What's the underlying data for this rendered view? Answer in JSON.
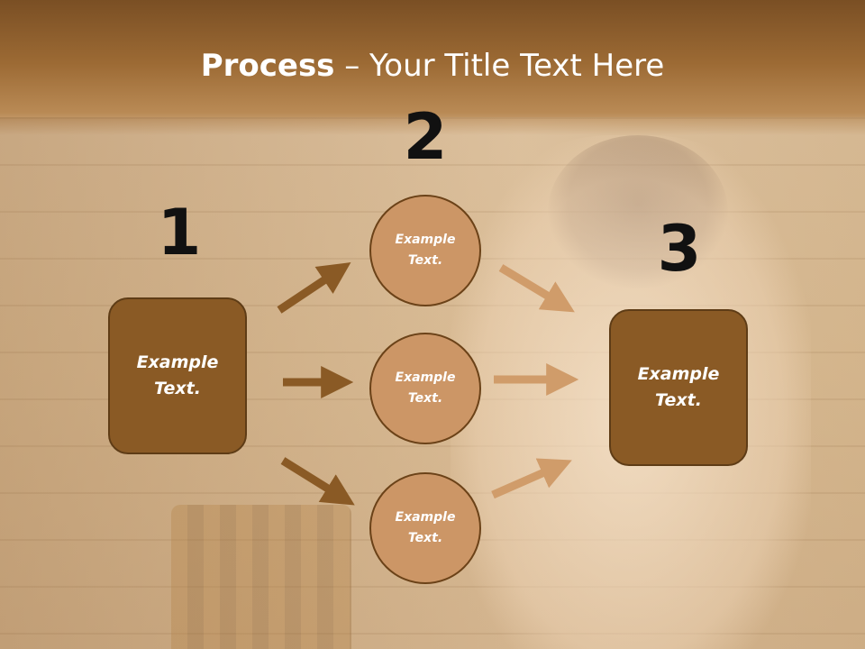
{
  "slide": {
    "title_bold": "Process",
    "title_rest": " – Your Title Text Here",
    "steps": [
      {
        "number": "1",
        "label": "Example Text."
      },
      {
        "number": "2",
        "label": "Example Text."
      },
      {
        "number": "3",
        "label": "Example Text."
      }
    ],
    "circles": [
      {
        "label": "Example Text."
      },
      {
        "label": "Example Text."
      },
      {
        "label": "Example Text."
      }
    ]
  },
  "colors": {
    "box_fill": "#8a5a25",
    "circle_fill": "#cc9666",
    "arrow_dark": "#8a5a25",
    "arrow_light": "#d09c6a",
    "number": "#111111"
  }
}
